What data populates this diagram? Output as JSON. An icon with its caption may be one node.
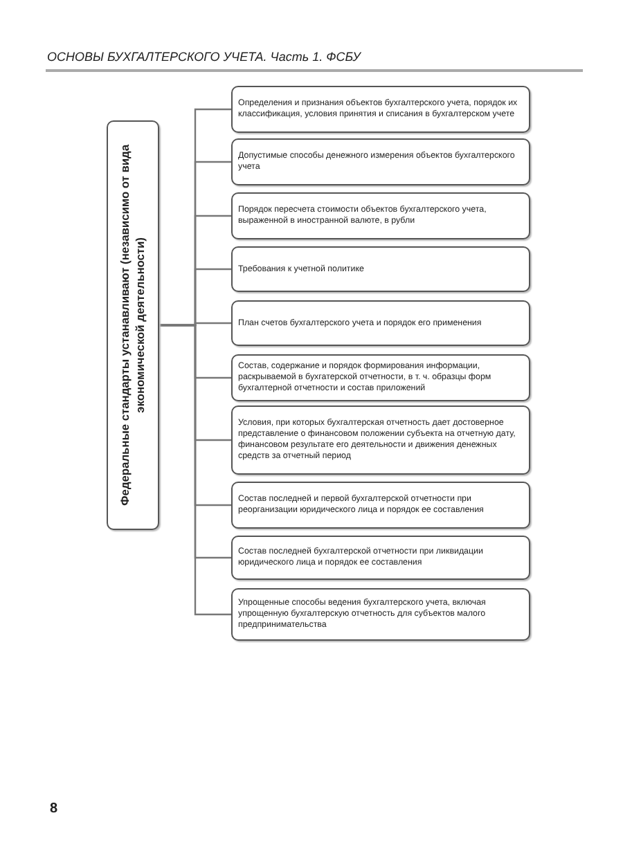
{
  "diagram": {
    "title": "ОСНОВЫ БУХГАЛТЕРСКОГО УЧЕТА. Часть 1. ФСБУ",
    "nodes": [
      {
        "text": [
          "Федеральные стандарты устанавливают (независимо от вида экономической деятельности)"
        ]
      },
      {
        "text": [
          "Определения и признания объектов бухгалтерского учета, порядок их классификация, условия принятия и списания в бухгалтерском учете"
        ]
      },
      {
        "text": [
          "Допустимые способы денежного измерения объектов бухгалтерского учета"
        ]
      },
      {
        "text": [
          "Порядок пересчета стоимости объектов бухгалтерского учета, выраженной в иностранной валюте, в рубли"
        ]
      },
      {
        "text": [
          "Требования к учетной политике"
        ]
      },
      {
        "text": [
          "План счетов бухгалтерского учета и порядок его применения"
        ]
      },
      {
        "text": [
          "Состав, содержание и порядок формирования информации, раскрываемой в бухгатерской отчетности, в т. ч. образцы форм бухгалтерной отчетности и состав приложений"
        ]
      },
      {
        "text": [
          "Условия, при которых бухгалтерская отчетность дает достоверное представление о финансовом положении субъекта на отчетную дату, финансовом результате его деятельности и движения денежных средств за отчетный период"
        ]
      },
      {
        "text": [
          "Состав последней и первой бухгалтерской отчетности при реорганизации юридического лица и порядок ее составления"
        ]
      },
      {
        "text": [
          "Состав последней бухгалтерской отчетности при ликвидации юридического лица и порядок ее составления"
        ]
      },
      {
        "text": [
          "Упрощенные способы ведения бухгалтерского учета, включая упрощенную бухгалтерскую отчетность для субъектов малого предпринимательства"
        ]
      }
    ],
    "edges": [
      {
        "from": 0,
        "to": 1,
        "arrow": "none"
      },
      {
        "from": 0,
        "to": 2,
        "arrow": "none"
      },
      {
        "from": 0,
        "to": 3,
        "arrow": "none"
      },
      {
        "from": 0,
        "to": 4,
        "arrow": "none"
      },
      {
        "from": 0,
        "to": 5,
        "arrow": "none"
      },
      {
        "from": 0,
        "to": 6,
        "arrow": "none"
      },
      {
        "from": 0,
        "to": 7,
        "arrow": "none"
      },
      {
        "from": 0,
        "to": 8,
        "arrow": "none"
      },
      {
        "from": 0,
        "to": 9,
        "arrow": "none"
      },
      {
        "from": 0,
        "to": 10,
        "arrow": "none"
      }
    ],
    "labels": [
      "8"
    ]
  }
}
